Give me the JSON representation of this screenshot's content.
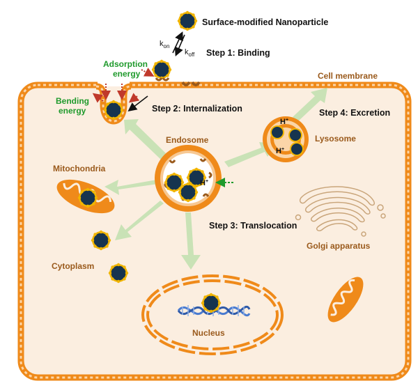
{
  "colors": {
    "membrane": "#ef8a1a",
    "cytoplasm": "#fbeee0",
    "arrow_fill": "#c9e2b6",
    "particle_core": "#16344f",
    "ligand": "#f0b400",
    "brown_text": "#9a5a1c",
    "green_text": "#1f9a2c",
    "step_text": "#111111"
  },
  "labels": {
    "nanoparticle": "Surface-modified Nanoparticle",
    "step1": "Step 1: Binding",
    "k_on_base": "k",
    "k_on_sub": "on",
    "k_off_base": "k",
    "k_off_sub": "off",
    "adsorption_line1": "Adsorption",
    "adsorption_line2": "energy",
    "bending_line1": "Bending",
    "bending_line2": "energy",
    "cell_membrane": "Cell membrane",
    "step2": "Step 2: Internalization",
    "step4": "Step 4: Excretion",
    "endosome": "Endosome",
    "lysosome": "Lysosome",
    "h_plus_base": "H",
    "h_plus_sup": "+",
    "mitochondria": "Mitochondria",
    "step3": "Step 3: Translocation",
    "golgi": "Golgi apparatus",
    "cytoplasm": "Cytoplasm",
    "nucleus": "Nucleus"
  }
}
